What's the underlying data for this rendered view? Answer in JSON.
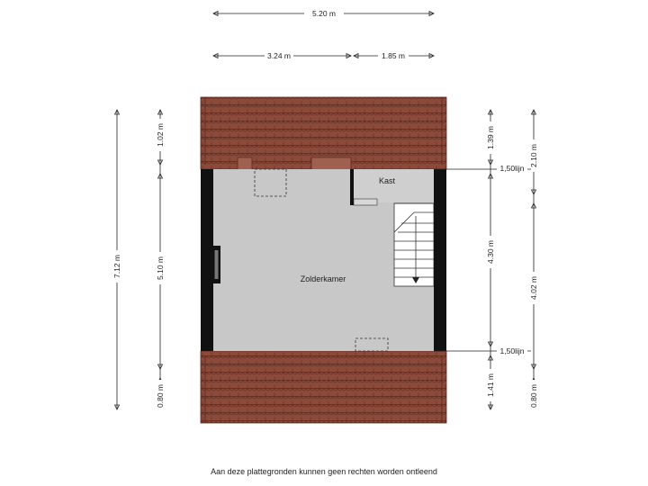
{
  "rooms": {
    "main": "Zolderkamer",
    "closet": "Kast"
  },
  "dimensions": {
    "top_total": "5.20 m",
    "top_left": "3.24 m",
    "top_right": "1.85 m",
    "left_total": "7.12 m",
    "left_top": "1.02 m",
    "left_middle": "5.10 m",
    "left_bottom": "0.80 m",
    "right_inner_top": "1.39 m",
    "right_inner_middle": "4.30 m",
    "right_inner_bottom": "1.41 m",
    "right_outer_top": "2.10 m",
    "right_outer_middle": "4.02 m",
    "right_outer_bottom": "0.80 m",
    "line_top": "1,50lijn",
    "line_bottom": "1,50lijn"
  },
  "disclaimer": "Aan deze plattegronden kunnen geen rechten worden ontleend",
  "colors": {
    "roof": "#8b4a3a",
    "roof_tile_line": "#5a2a20",
    "floor": "#c8c8c8",
    "wall": "#111111"
  }
}
